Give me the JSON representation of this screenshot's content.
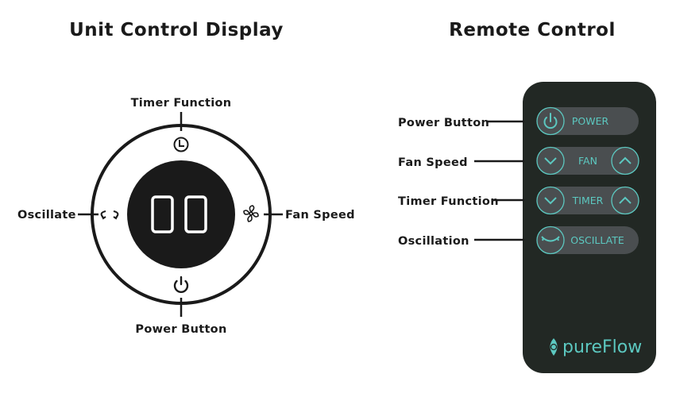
{
  "unit": {
    "title": "Unit Control Display",
    "display_value": "00",
    "labels": {
      "timer": "Timer Function",
      "oscillate": "Oscillate",
      "fan": "Fan Speed",
      "power": "Power Button"
    }
  },
  "remote": {
    "title": "Remote Control",
    "labels": {
      "power": "Power Button",
      "fan": "Fan Speed",
      "timer": "Timer Function",
      "oscillation": "Oscillation"
    },
    "buttons": {
      "power": "POWER",
      "fan": "FAN",
      "timer": "TIMER",
      "oscillate": "OSCILLATE"
    },
    "brand": "pureFlow"
  },
  "colors": {
    "remote_body": "#222824",
    "button_fill": "#4a4e50",
    "accent": "#5cc8c0",
    "ink": "#1a1a1a"
  }
}
